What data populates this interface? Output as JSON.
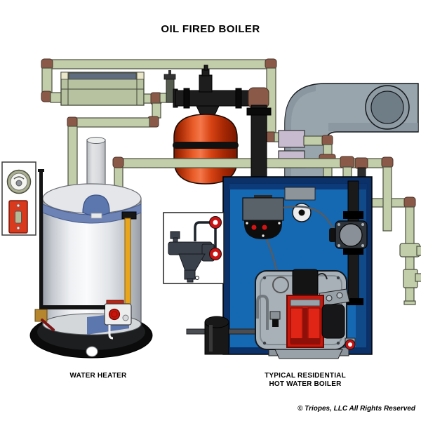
{
  "title": "OIL FIRED BOILER",
  "labels": {
    "water_heater": "WATER HEATER",
    "boiler_line1": "TYPICAL RESIDENTIAL",
    "boiler_line2": "HOT WATER BOILER"
  },
  "copyright": "© Triopes, LLC All Rights Reserved",
  "colors": {
    "background": "#ffffff",
    "pipe_green": "#c2cdaa",
    "elbow_brown": "#8a5948",
    "flue_gray": "#98a5ac",
    "boiler_blue": "#1568b2",
    "boiler_border_navy": "#0c3168",
    "expansion_tank_red": "#d2431a",
    "burner_red": "#c8170c",
    "water_heater_gray": "#e6e8ea",
    "water_heater_band_blue": "#6d83b6",
    "gas_line_yellow": "#e8a51e",
    "switch_plate_red": "#d8381e",
    "text_black": "#111111"
  },
  "components": [
    "baseboard-radiator",
    "air-purger-with-air-vent",
    "expansion-tank",
    "boiler-flue-duct",
    "zone-connectors",
    "hot-water-boiler",
    "aquastat-control",
    "pressure-gauge",
    "circulator-pump",
    "oil-burner",
    "oil-filter",
    "water-heater",
    "drain-pan",
    "gas-control-valve",
    "thermostat-dial",
    "emergency-switch",
    "oil-filter-inset-detail"
  ]
}
